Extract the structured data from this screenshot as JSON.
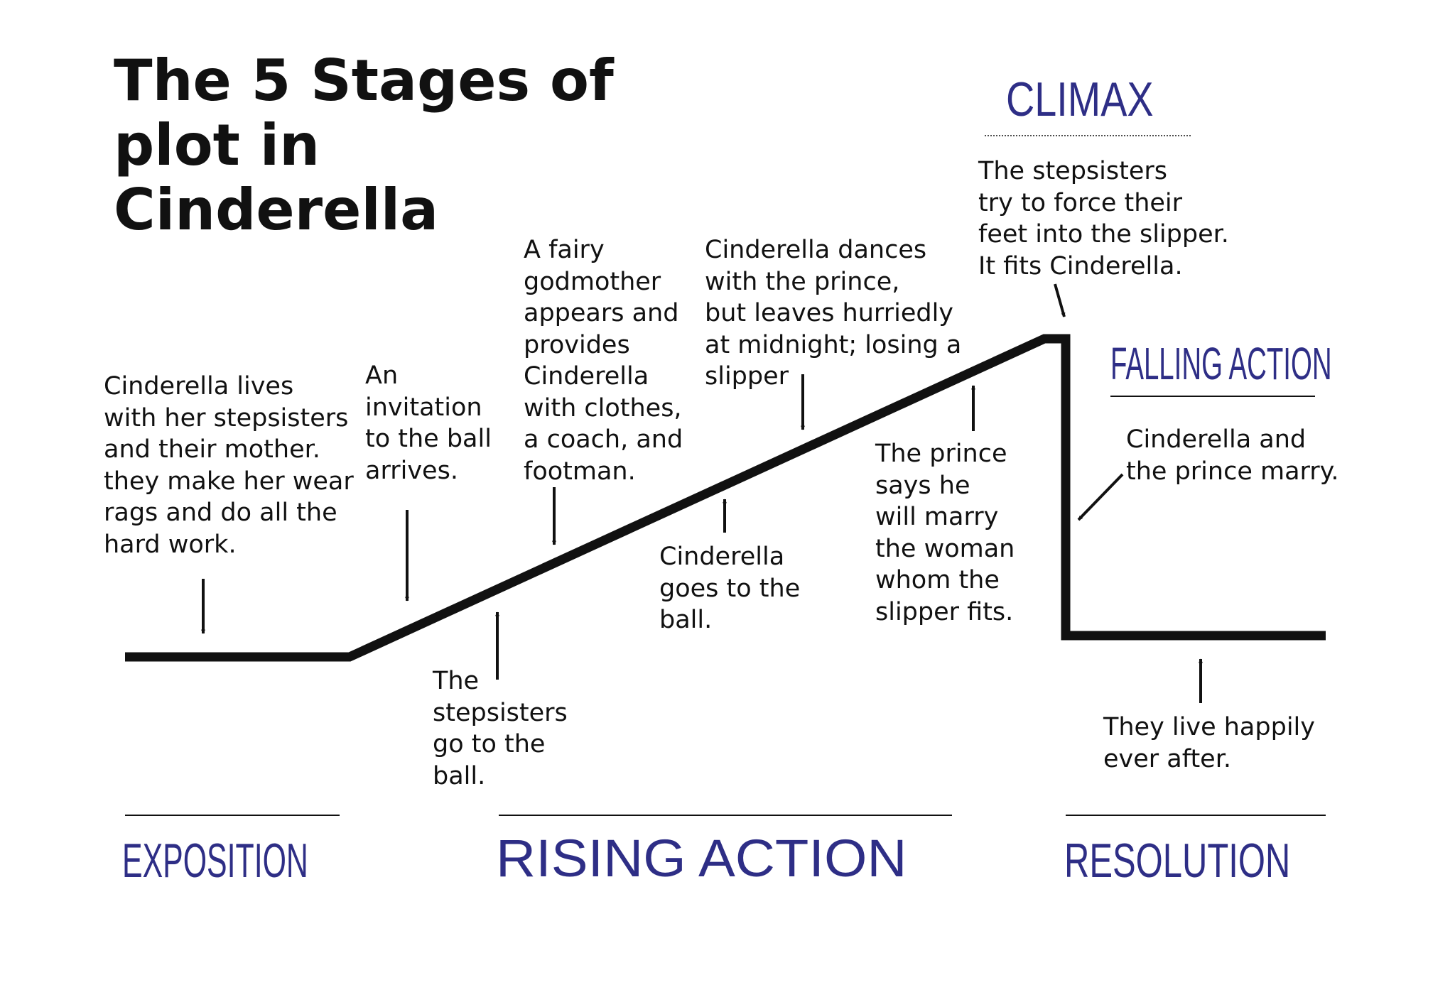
{
  "title": {
    "lines": [
      "The 5 Stages of",
      "plot in",
      "Cinderella"
    ]
  },
  "stages": {
    "exposition": "EXPOSITION",
    "rising_action": "RISING ACTION",
    "climax": "CLIMAX",
    "falling_action": "FALLING ACTION",
    "resolution": "RESOLUTION"
  },
  "events": {
    "exposition": [
      "Cinderella lives",
      "with her stepsisters",
      "and their mother.",
      "they make her wear",
      "rags and do all the",
      "hard work."
    ],
    "invitation": [
      "An",
      "invitation",
      "to the ball",
      "arrives."
    ],
    "stepsisters_go": [
      "The",
      "stepsisters",
      "go to the",
      "ball."
    ],
    "fairy_godmother": [
      "A fairy",
      "godmother",
      "appears and",
      "provides",
      "Cinderella",
      "with clothes,",
      "a coach, and",
      "footman."
    ],
    "cinderella_goes": [
      "Cinderella",
      "goes to the",
      "ball."
    ],
    "dances": [
      "Cinderella dances",
      "with the prince,",
      "but leaves hurriedly",
      "at midnight; losing a",
      "slipper"
    ],
    "prince_says": [
      "The prince",
      "says he",
      "will marry",
      "the woman",
      "whom the",
      "slipper fits."
    ],
    "climax": [
      "The stepsisters",
      "try to force their",
      "feet into the slipper.",
      "It fits Cinderella."
    ],
    "falling": [
      "Cinderella and",
      "the prince marry."
    ],
    "resolution": [
      "They live happily",
      "ever after."
    ]
  },
  "colors": {
    "stage_label": "#2e2e86",
    "plot_line": "#111111",
    "text": "#111111"
  }
}
